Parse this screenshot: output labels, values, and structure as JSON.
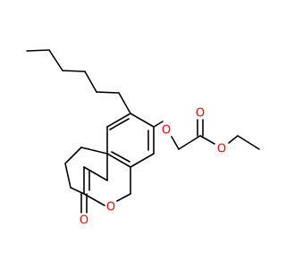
{
  "molecule": {
    "atom_labels": {
      "ether_o": "O",
      "ring_o": "O",
      "lactone_carbonyl_o": "O",
      "ester_carbonyl_o": "O",
      "ester_o": "O"
    },
    "colors": {
      "bond": "#000000",
      "oxygen": "#ff0000",
      "background": "#ffffff"
    }
  }
}
